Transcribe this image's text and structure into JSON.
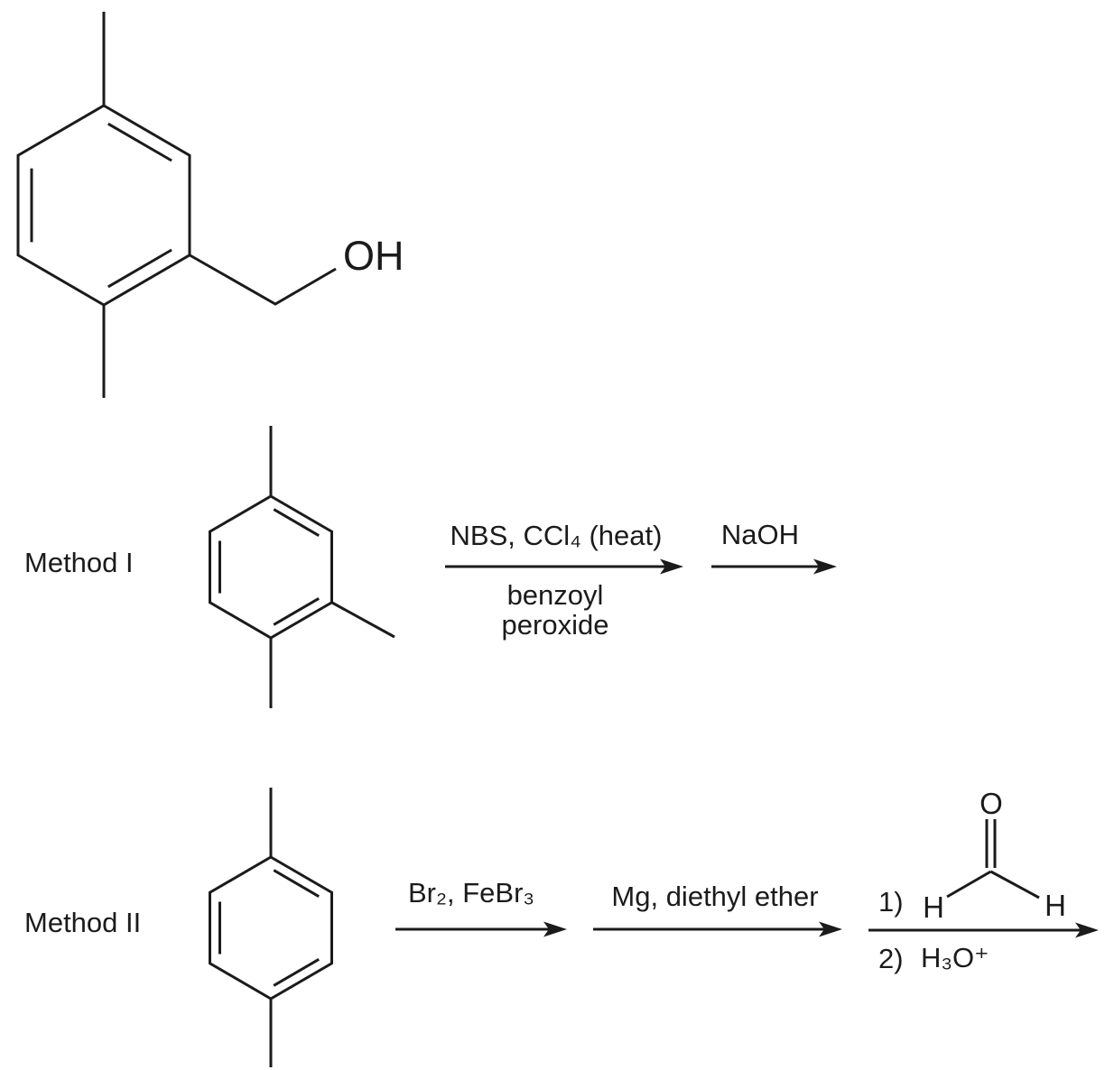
{
  "colors": {
    "ink": "#1b1b1b",
    "background": "#ffffff"
  },
  "product": {
    "hydroxyl_label": "OH"
  },
  "method1": {
    "label": "Method I",
    "step1": {
      "reagent_above": "NBS, CCl₄ (heat)",
      "reagent_below_line1": "benzoyl",
      "reagent_below_line2": "peroxide"
    },
    "step2": {
      "reagent_above": "NaOH"
    }
  },
  "method2": {
    "label": "Method II",
    "step1": {
      "reagent_above": "Br₂, FeBr₃"
    },
    "step2": {
      "reagent_above": "Mg, diethyl ether"
    },
    "step3": {
      "item1_number": "1)",
      "item2_number": "2)",
      "item2_reagent": "H₃O⁺",
      "formaldehyde": {
        "oxygen_label": "O",
        "hydrogen_left_label": "H",
        "hydrogen_right_label": "H"
      }
    }
  }
}
